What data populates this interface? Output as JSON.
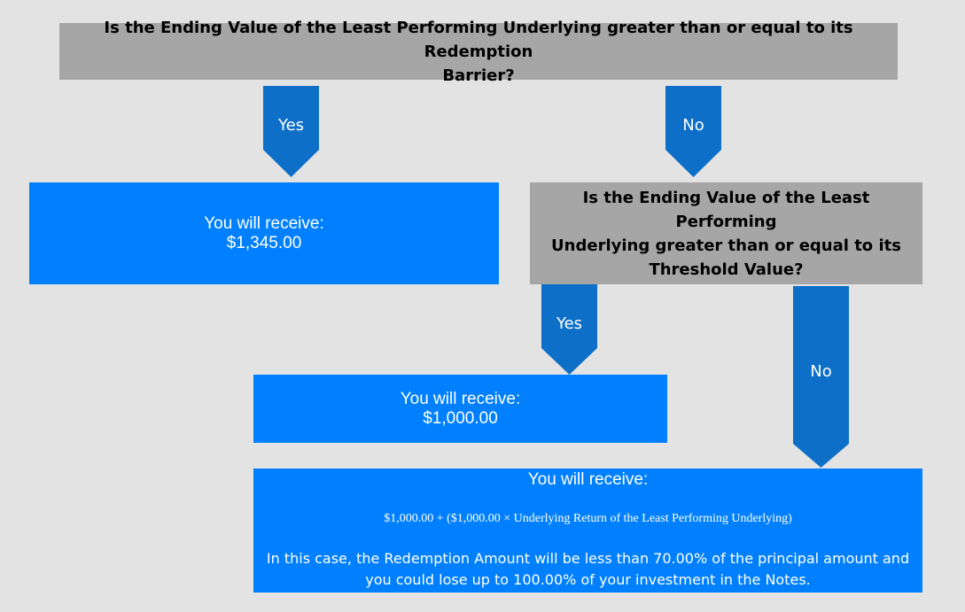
{
  "question1": {
    "line1": "Is the Ending Value of the Least Performing Underlying greater than or equal to its Redemption",
    "line2": "Barrier?"
  },
  "question2": {
    "line1": "Is the Ending Value of the Least Performing",
    "line2": "Underlying greater than or equal to its",
    "line3": "Threshold Value?"
  },
  "arrows": {
    "yes1": "Yes",
    "no1": "No",
    "yes2": "Yes",
    "no2": "No"
  },
  "result1": {
    "label": "You will receive:",
    "amount": "$1,345.00"
  },
  "result2": {
    "label": "You will receive:",
    "amount": "$1,000.00"
  },
  "result3": {
    "label": "You will receive:",
    "formula": "$1,000.00 + ($1,000.00 × Underlying Return of the Least Performing Underlying)",
    "note_line1": "In this case, the Redemption Amount will be less than 70.00% of the principal amount and",
    "note_line2": "you could lose up to 100.00% of your investment in the Notes."
  },
  "colors": {
    "question_bg": "#a6a6a6",
    "result_bg": "#0080ff",
    "arrow_fill": "#0d6fc8",
    "page_bg": "#e3e3e3"
  }
}
